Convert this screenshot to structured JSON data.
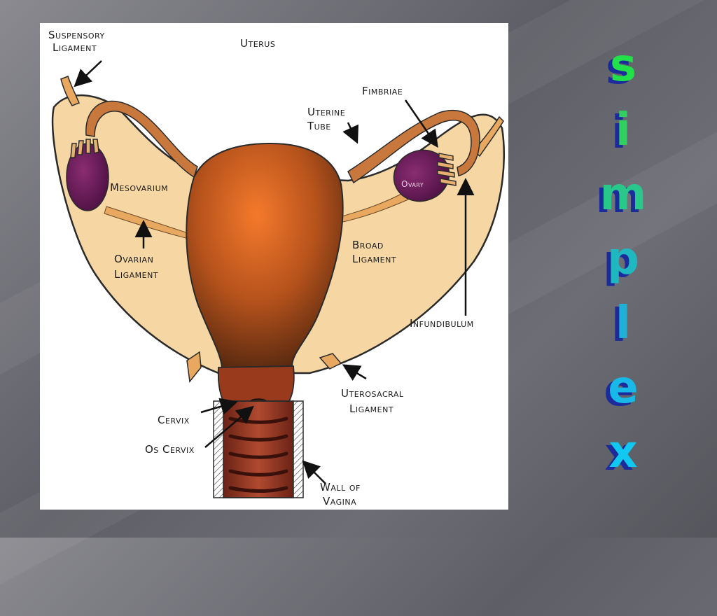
{
  "diagram": {
    "title": "Uterus",
    "labels": {
      "suspensory_ligament": [
        "Suspensory",
        "Ligament"
      ],
      "fimbriae": "Fimbriae",
      "uterine_tube": [
        "Uterine",
        "Tube"
      ],
      "mesovarium": "Mesovarium",
      "ovary": "Ovary",
      "ovarian_ligament": [
        "Ovarian",
        "Ligament"
      ],
      "broad_ligament": [
        "Broad",
        "Ligament"
      ],
      "infundibulum": "Infundibulum",
      "uterosacral_ligament": [
        "Uterosacral",
        "Ligament"
      ],
      "cervix": "Cervix",
      "os_cervix": "Os Cervix",
      "wall_of_vagina": [
        "Wall of",
        "Vagina"
      ]
    },
    "colors": {
      "broad_ligament_fill": "#f6d7a4",
      "uterus_center": "#f47a2c",
      "uterus_edge": "#5a2a10",
      "ovary": "#6a1f5e",
      "tube": "#c8783c",
      "vagina": "#8a3322"
    }
  },
  "side_title": {
    "letters": [
      "S",
      "i",
      "m",
      "p",
      "l",
      "e",
      "x"
    ],
    "colors": [
      "#22e04a",
      "#2fd060",
      "#28c78a",
      "#1fb8c0",
      "#1fb0d8",
      "#18b8e8",
      "#10c8f0"
    ],
    "shadow_color": "#1c2a9a"
  }
}
